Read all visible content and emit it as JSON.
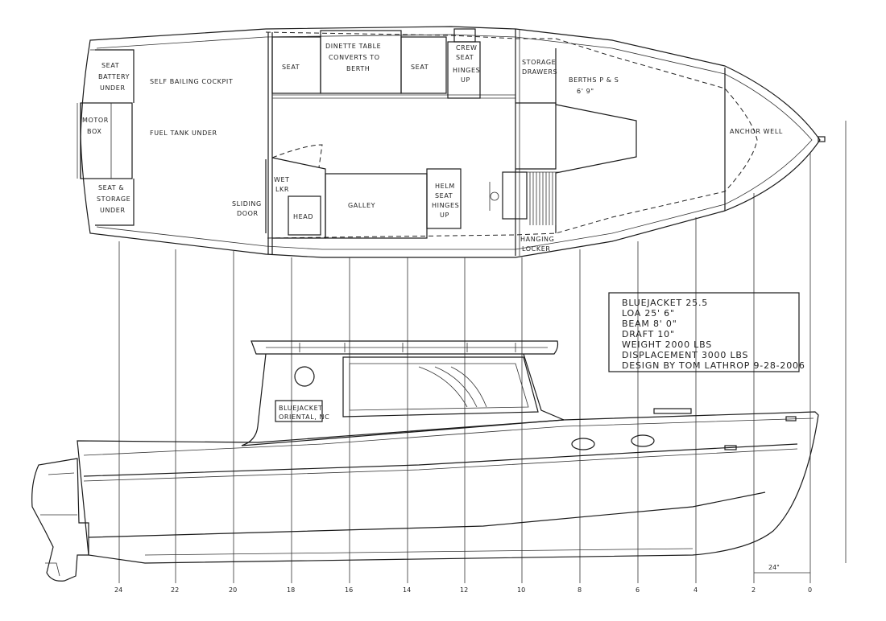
{
  "plan_labels": {
    "seat_battery": [
      "SEAT",
      "BATTERY",
      "UNDER"
    ],
    "self_bailing": "SELF BAILING COCKPIT",
    "motor_box": [
      "MOTOR",
      "BOX"
    ],
    "fuel_tank": "FUEL TANK UNDER",
    "seat_storage": [
      "SEAT &",
      "STORAGE",
      "UNDER"
    ],
    "seat_left": "SEAT",
    "dinette": [
      "DINETTE TABLE",
      "CONVERTS TO",
      "BERTH"
    ],
    "seat_right": "SEAT",
    "crew_seat": [
      "CREW",
      "SEAT",
      "HINGES",
      "UP"
    ],
    "storage_drawers": [
      "STORAGE",
      "DRAWERS"
    ],
    "berths": [
      "BERTHS P & S",
      "6' 9\""
    ],
    "anchor_well": "ANCHOR WELL",
    "wet_locker": [
      "WET",
      "LKR"
    ],
    "sliding_door": [
      "SLIDING",
      "DOOR"
    ],
    "head": "HEAD",
    "galley": "GALLEY",
    "helm_seat": [
      "HELM",
      "SEAT",
      "HINGES",
      "UP"
    ],
    "hanging_locker": [
      "HANGING",
      "LOCKER"
    ]
  },
  "spec_block": [
    "BLUEJACKET 25.5",
    "LOA  25' 6\"",
    "BEAM  8' 0\"",
    "DRAFT  10\"",
    "WEIGHT 2000 LBS",
    "DISPLACEMENT 3000 LBS",
    "DESIGN BY TOM LATHROP 9-28-2006"
  ],
  "transom_plate": [
    "BLUEJACKET",
    "ORIENTAL, NC"
  ],
  "station_labels": [
    "24",
    "22",
    "20",
    "18",
    "16",
    "14",
    "12",
    "10",
    "8",
    "6",
    "4",
    "2",
    "0"
  ],
  "dimension_24": "24\""
}
